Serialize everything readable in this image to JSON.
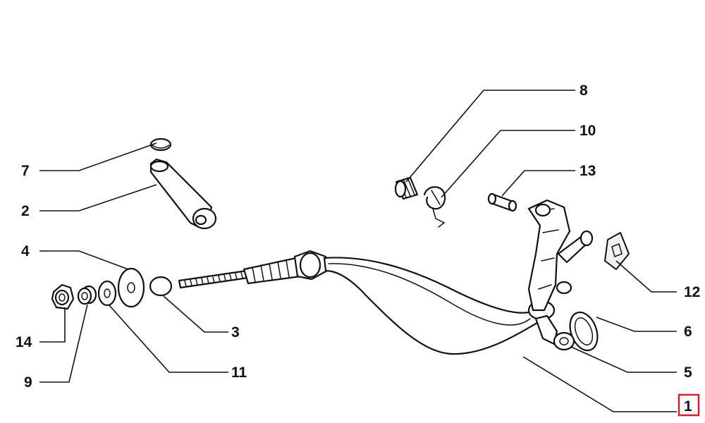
{
  "diagram": {
    "highlight_color": "#d0202a",
    "callouts": [
      {
        "id": "1",
        "label": "1",
        "highlighted": true
      },
      {
        "id": "2",
        "label": "2"
      },
      {
        "id": "3",
        "label": "3"
      },
      {
        "id": "4",
        "label": "4"
      },
      {
        "id": "5",
        "label": "5"
      },
      {
        "id": "6",
        "label": "6"
      },
      {
        "id": "7",
        "label": "7"
      },
      {
        "id": "8",
        "label": "8"
      },
      {
        "id": "9",
        "label": "9"
      },
      {
        "id": "10",
        "label": "10"
      },
      {
        "id": "11",
        "label": "11"
      },
      {
        "id": "12",
        "label": "12"
      },
      {
        "id": "13",
        "label": "13"
      },
      {
        "id": "14",
        "label": "14"
      }
    ]
  }
}
